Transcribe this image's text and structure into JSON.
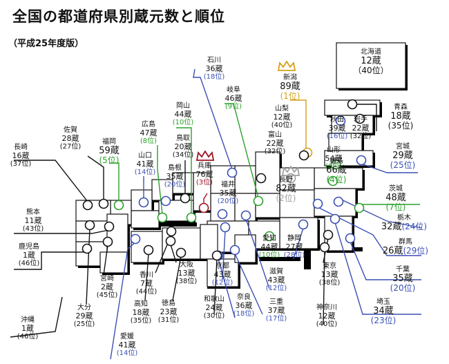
{
  "title": "全国の都道府県別蔵元数と順位",
  "subtitle": "（平成25年度版）",
  "colors": {
    "black": "#111111",
    "green": "#2ca02c",
    "blue": "#3a4fb3",
    "gold": "#d4a017",
    "silver": "#a0a0a0",
    "bronze": "#a01020"
  },
  "prefectures": [
    {
      "id": "hokkaido",
      "name": "北海道",
      "count": "12蔵",
      "rank": "（40位）",
      "color": "black"
    },
    {
      "id": "aomori",
      "name": "青森",
      "count": "18蔵",
      "rank": "(35位)",
      "color": "black"
    },
    {
      "id": "akita",
      "name": "秋田",
      "count": "39蔵",
      "rank": "(16位)",
      "color": "blue"
    },
    {
      "id": "iwate",
      "name": "岩手",
      "count": "22蔵",
      "rank": "(32位)",
      "color": "black"
    },
    {
      "id": "miyagi",
      "name": "宮城",
      "count": "29蔵",
      "rank": "(25位)",
      "color": "blue"
    },
    {
      "id": "yamagata",
      "name": "山形",
      "count": "54蔵",
      "rank": "(6位)",
      "color": "green"
    },
    {
      "id": "fukushima",
      "name": "福島",
      "count": "66蔵",
      "rank": "(4位)",
      "color": "green"
    },
    {
      "id": "ibaraki",
      "name": "茨城",
      "count": "48蔵",
      "rank": "(7位)",
      "color": "green"
    },
    {
      "id": "tochigi",
      "name": "栃木",
      "count": "32蔵",
      "rank": "(24位)",
      "color": "blue"
    },
    {
      "id": "gunma",
      "name": "群馬",
      "count": "26蔵",
      "rank": "(29位)",
      "color": "blue"
    },
    {
      "id": "chiba",
      "name": "千葉",
      "count": "35蔵",
      "rank": "(20位)",
      "color": "blue"
    },
    {
      "id": "saitama",
      "name": "埼玉",
      "count": "34蔵",
      "rank": "(23位)",
      "color": "blue"
    },
    {
      "id": "tokyo",
      "name": "東京",
      "count": "13蔵",
      "rank": "(38位)",
      "color": "black"
    },
    {
      "id": "kanagawa",
      "name": "神奈川",
      "count": "12蔵",
      "rank": "(40位)",
      "color": "black"
    },
    {
      "id": "niigata",
      "name": "新潟",
      "count": "89蔵",
      "rank": "(1位)",
      "color": "gold"
    },
    {
      "id": "yamanashi",
      "name": "山梨",
      "count": "12蔵",
      "rank": "(40位)",
      "color": "black"
    },
    {
      "id": "nagano",
      "name": "長野",
      "count": "82蔵",
      "rank": "(2位)",
      "color": "silver"
    },
    {
      "id": "toyama",
      "name": "富山",
      "count": "22蔵",
      "rank": "(32位)",
      "color": "black"
    },
    {
      "id": "ishikawa",
      "name": "石川",
      "count": "36蔵",
      "rank": "(18位)",
      "color": "blue"
    },
    {
      "id": "fukui",
      "name": "福井",
      "count": "35蔵",
      "rank": "(20位)",
      "color": "blue"
    },
    {
      "id": "gifu",
      "name": "岐阜",
      "count": "46蔵",
      "rank": "(9位)",
      "color": "green"
    },
    {
      "id": "shizuoka",
      "name": "静岡",
      "count": "27蔵",
      "rank": "(28位)",
      "color": "blue"
    },
    {
      "id": "aichi",
      "name": "愛知",
      "count": "44蔵",
      "rank": "(10位)",
      "color": "green"
    },
    {
      "id": "shiga",
      "name": "滋賀",
      "count": "43蔵",
      "rank": "(12位)",
      "color": "blue"
    },
    {
      "id": "mie",
      "name": "三重",
      "count": "37蔵",
      "rank": "(17位)",
      "color": "blue"
    },
    {
      "id": "kyoto",
      "name": "京都",
      "count": "43蔵",
      "rank": "(12位)",
      "color": "blue"
    },
    {
      "id": "nara",
      "name": "奈良",
      "count": "36蔵",
      "rank": "(18位)",
      "color": "blue"
    },
    {
      "id": "wakayama",
      "name": "和歌山",
      "count": "24蔵",
      "rank": "(30位)",
      "color": "black"
    },
    {
      "id": "osaka",
      "name": "大阪",
      "count": "13蔵",
      "rank": "(38位)",
      "color": "black"
    },
    {
      "id": "hyogo",
      "name": "兵庫",
      "count": "76蔵",
      "rank": "(3位)",
      "color": "bronze"
    },
    {
      "id": "okayama",
      "name": "岡山",
      "count": "44蔵",
      "rank": "(10位)",
      "color": "green"
    },
    {
      "id": "tottori",
      "name": "鳥取",
      "count": "20蔵",
      "rank": "(34位)",
      "color": "black"
    },
    {
      "id": "shimane",
      "name": "島根",
      "count": "35蔵",
      "rank": "(20位)",
      "color": "blue"
    },
    {
      "id": "hiroshima",
      "name": "広島",
      "count": "47蔵",
      "rank": "(8位)",
      "color": "green"
    },
    {
      "id": "yamaguchi",
      "name": "山口",
      "count": "41蔵",
      "rank": "(14位)",
      "color": "blue"
    },
    {
      "id": "kagawa",
      "name": "香川",
      "count": "7蔵",
      "rank": "(44位)",
      "color": "black"
    },
    {
      "id": "tokushima",
      "name": "徳島",
      "count": "23蔵",
      "rank": "(31位)",
      "color": "black"
    },
    {
      "id": "kochi",
      "name": "高知",
      "count": "18蔵",
      "rank": "(35位)",
      "color": "black"
    },
    {
      "id": "ehime",
      "name": "愛媛",
      "count": "41蔵",
      "rank": "(14位)",
      "color": "blue"
    },
    {
      "id": "fukuoka",
      "name": "福岡",
      "count": "59蔵",
      "rank": "(5位)",
      "color": "green"
    },
    {
      "id": "saga",
      "name": "佐賀",
      "count": "28蔵",
      "rank": "(27位)",
      "color": "black"
    },
    {
      "id": "nagasaki",
      "name": "長崎",
      "count": "16蔵",
      "rank": "(37位)",
      "color": "black"
    },
    {
      "id": "kumamoto",
      "name": "熊本",
      "count": "11蔵",
      "rank": "(43位)",
      "color": "black"
    },
    {
      "id": "kagoshima",
      "name": "鹿児島",
      "count": "1蔵",
      "rank": "(46位)",
      "color": "black"
    },
    {
      "id": "miyazaki",
      "name": "宮崎",
      "count": "2蔵",
      "rank": "(45位)",
      "color": "black"
    },
    {
      "id": "oita",
      "name": "大分",
      "count": "29蔵",
      "rank": "(25位)",
      "color": "black"
    },
    {
      "id": "okinawa",
      "name": "沖縄",
      "count": "1蔵",
      "rank": "(46位)",
      "color": "black"
    }
  ]
}
